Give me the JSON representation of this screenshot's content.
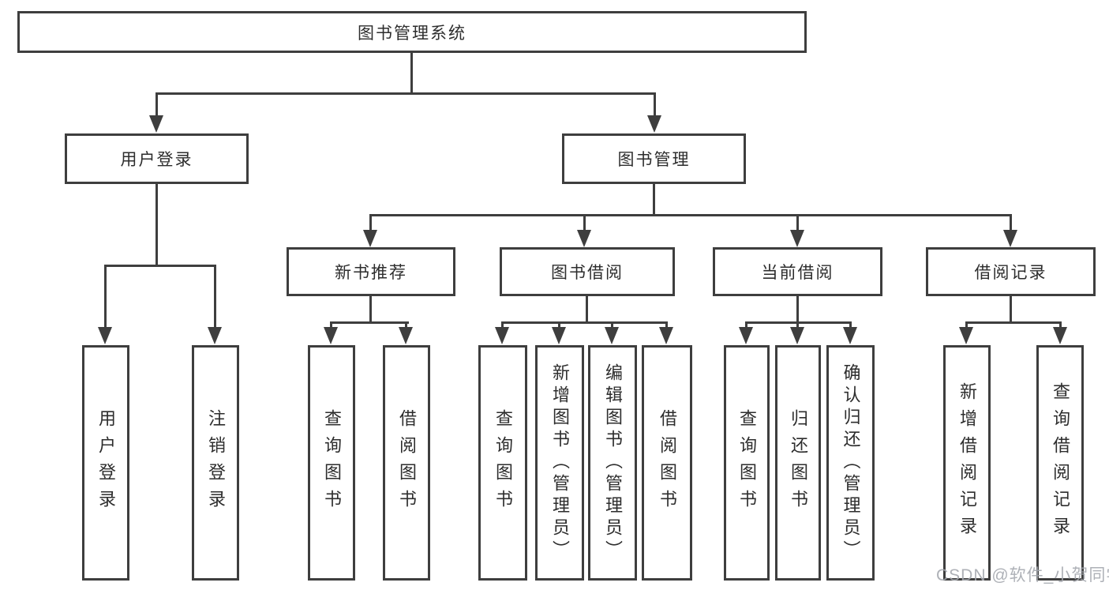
{
  "tree": {
    "root": "图书管理系统",
    "branches": [
      {
        "label": "用户登录",
        "children": [
          "用户登录",
          "注销登录"
        ]
      },
      {
        "label": "图书管理",
        "modules": [
          {
            "label": "新书推荐",
            "children": [
              "查询图书",
              "借阅图书"
            ]
          },
          {
            "label": "图书借阅",
            "children": [
              "查询图书",
              "新增图书（管理员）",
              "编辑图书（管理员）",
              "借阅图书"
            ]
          },
          {
            "label": "当前借阅",
            "children": [
              "查询图书",
              "归还图书",
              "确认归还（管理员）"
            ]
          },
          {
            "label": "借阅记录",
            "children": [
              "新增借阅记录",
              "查询借阅记录"
            ]
          }
        ]
      }
    ]
  },
  "watermark": {
    "text": "CSDN @软件_小贺同学"
  },
  "colors": {
    "line": "#3e3e3e",
    "text": "#2d2d2d",
    "background": "#ffffff",
    "watermark": "#a5a8af"
  }
}
